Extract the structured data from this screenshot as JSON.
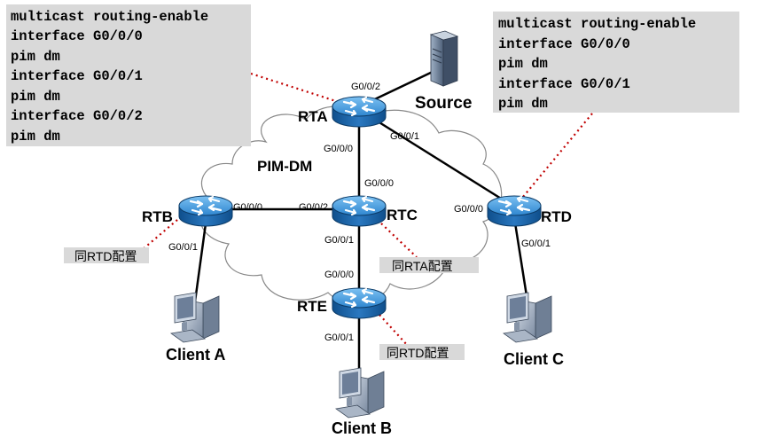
{
  "config_left": {
    "lines": [
      "multicast routing-enable",
      "interface G0/0/0",
      "pim dm",
      "interface G0/0/1",
      "pim dm",
      "interface G0/0/2",
      "pim dm"
    ]
  },
  "config_right": {
    "lines": [
      "multicast routing-enable",
      "interface G0/0/0",
      "pim dm",
      "interface G0/0/1",
      "pim dm"
    ]
  },
  "cloud_label": "PIM-DM",
  "routers": {
    "rta": "RTA",
    "rtb": "RTB",
    "rtc": "RTC",
    "rtd": "RTD",
    "rte": "RTE"
  },
  "hosts": {
    "source": "Source",
    "client_a": "Client A",
    "client_b": "Client B",
    "client_c": "Client C"
  },
  "ports": {
    "rta_g002": "G0/0/2",
    "rta_g000": "G0/0/0",
    "rta_g001": "G0/0/1",
    "rtb_g000": "G0/0/0",
    "rtb_g001": "G0/0/1",
    "rtc_g002": "G0/0/2",
    "rtc_g000": "G0/0/0",
    "rtc_g001": "G0/0/1",
    "rtd_g000": "G0/0/0",
    "rtd_g001": "G0/0/1",
    "rte_g000": "G0/0/0",
    "rte_g001": "G0/0/1"
  },
  "notes": {
    "rtb_note": "同RTD配置",
    "rtc_note": "同RTA配置",
    "rte_note": "同RTD配置"
  },
  "colors": {
    "router_body": "#1f6fb8",
    "router_top": "#4ea3e8",
    "callout_dots": "#c00000",
    "config_bg": "#d9d9d9"
  },
  "icons": {
    "router": "router-icon",
    "server": "server-icon",
    "pc": "computer-icon",
    "cloud": "cloud-icon"
  }
}
